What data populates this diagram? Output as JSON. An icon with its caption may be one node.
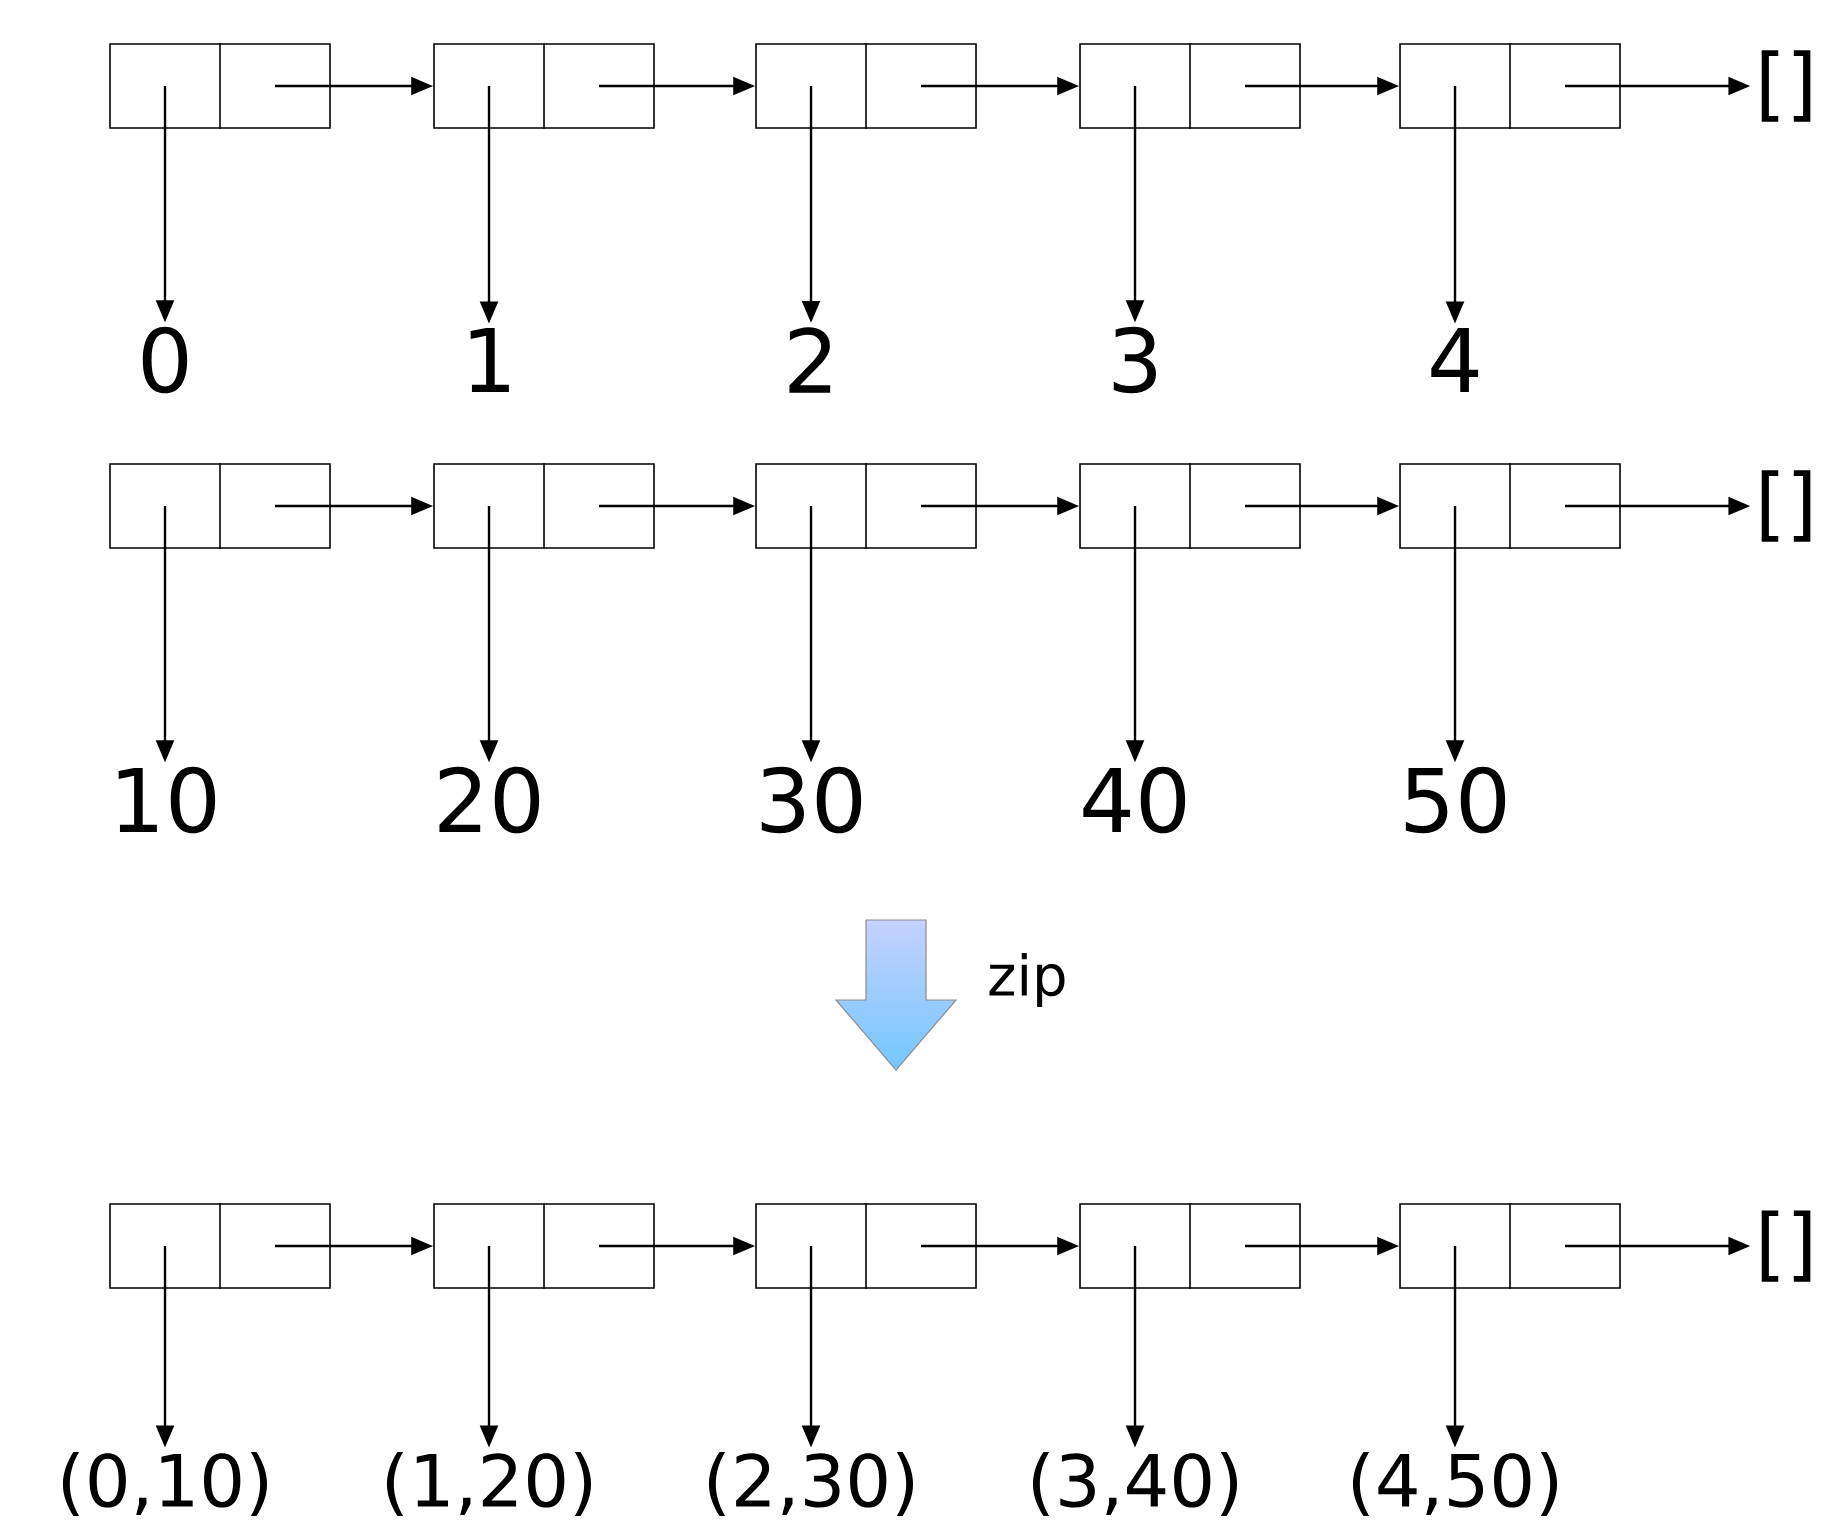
{
  "diagram": {
    "nodes": [
      {
        "text": [],
        "shape": "box"
      },
      {
        "text": [],
        "shape": "box"
      },
      {
        "text": [],
        "shape": "box"
      },
      {
        "text": [],
        "shape": "box"
      },
      {
        "text": [],
        "shape": "box"
      },
      {
        "text": [
          "[]"
        ]
      },
      {
        "text": [
          "0"
        ]
      },
      {
        "text": [
          "1"
        ]
      },
      {
        "text": [
          "2"
        ]
      },
      {
        "text": [
          "3"
        ]
      },
      {
        "text": [
          "4"
        ]
      },
      {
        "text": [],
        "shape": "box"
      },
      {
        "text": [],
        "shape": "box"
      },
      {
        "text": [],
        "shape": "box"
      },
      {
        "text": [],
        "shape": "box"
      },
      {
        "text": [],
        "shape": "box"
      },
      {
        "text": [
          "[]"
        ]
      },
      {
        "text": [
          "10"
        ]
      },
      {
        "text": [
          "20"
        ]
      },
      {
        "text": [
          "30"
        ]
      },
      {
        "text": [
          "40"
        ]
      },
      {
        "text": [
          "50"
        ]
      },
      {
        "text": [],
        "shape": "box"
      },
      {
        "text": [],
        "shape": "box"
      },
      {
        "text": [],
        "shape": "box"
      },
      {
        "text": [],
        "shape": "box"
      },
      {
        "text": [],
        "shape": "box"
      },
      {
        "text": [
          "[]"
        ]
      },
      {
        "text": [
          "(0,10)"
        ]
      },
      {
        "text": [
          "(1,20)"
        ]
      },
      {
        "text": [
          "(2,30)"
        ]
      },
      {
        "text": [
          "(3,40)"
        ]
      },
      {
        "text": [
          "(4,50)"
        ]
      }
    ],
    "edges": [
      {
        "from": 0,
        "to": 1,
        "arrow": "to"
      },
      {
        "from": 1,
        "to": 2,
        "arrow": "to"
      },
      {
        "from": 2,
        "to": 3,
        "arrow": "to"
      },
      {
        "from": 3,
        "to": 4,
        "arrow": "to"
      },
      {
        "from": 4,
        "to": 5,
        "arrow": "to"
      },
      {
        "from": 0,
        "to": 6,
        "arrow": "to"
      },
      {
        "from": 1,
        "to": 7,
        "arrow": "to"
      },
      {
        "from": 2,
        "to": 8,
        "arrow": "to"
      },
      {
        "from": 3,
        "to": 9,
        "arrow": "to"
      },
      {
        "from": 4,
        "to": 10,
        "arrow": "to"
      },
      {
        "from": 11,
        "to": 12,
        "arrow": "to"
      },
      {
        "from": 12,
        "to": 13,
        "arrow": "to"
      },
      {
        "from": 13,
        "to": 14,
        "arrow": "to"
      },
      {
        "from": 14,
        "to": 15,
        "arrow": "to"
      },
      {
        "from": 15,
        "to": 16,
        "arrow": "to"
      },
      {
        "from": 11,
        "to": 17,
        "arrow": "to"
      },
      {
        "from": 12,
        "to": 18,
        "arrow": "to"
      },
      {
        "from": 13,
        "to": 19,
        "arrow": "to"
      },
      {
        "from": 14,
        "to": 20,
        "arrow": "to"
      },
      {
        "from": 15,
        "to": 21,
        "arrow": "to"
      },
      {
        "from": 22,
        "to": 23,
        "arrow": "to"
      },
      {
        "from": 23,
        "to": 24,
        "arrow": "to"
      },
      {
        "from": 24,
        "to": 25,
        "arrow": "to"
      },
      {
        "from": 25,
        "to": 26,
        "arrow": "to"
      },
      {
        "from": 26,
        "to": 27,
        "arrow": "to"
      },
      {
        "from": 22,
        "to": 28,
        "arrow": "to"
      },
      {
        "from": 23,
        "to": 29,
        "arrow": "to"
      },
      {
        "from": 24,
        "to": 30,
        "arrow": "to"
      },
      {
        "from": 25,
        "to": 31,
        "arrow": "to"
      },
      {
        "from": 26,
        "to": 32,
        "arrow": "to"
      }
    ],
    "labels": [
      "zip"
    ]
  }
}
